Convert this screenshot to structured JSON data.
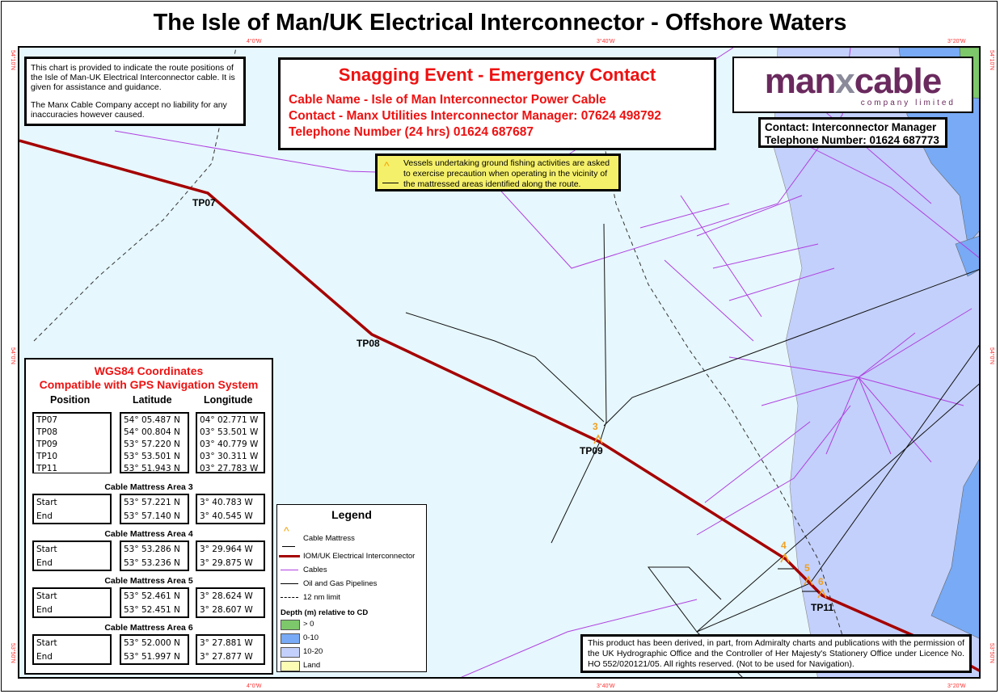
{
  "title": "The Isle of Man/UK Electrical Interconnector - Offshore Waters",
  "graticule": {
    "longitudes": [
      "4°0'W",
      "3°40'W",
      "3°20'W"
    ],
    "latitudes": [
      "54°10'N",
      "54°0'N",
      "53°50'N"
    ]
  },
  "disclaimer": {
    "para1": "This chart is provided to indicate the route positions of the Isle of Man-UK Electrical Interconnector cable. It is given for assistance and guidance.",
    "para2": "The Manx Cable Company accept no liability for any inaccuracies however caused."
  },
  "emergency": {
    "heading": "Snagging Event - Emergency Contact",
    "cable_name": "Cable Name - Isle of Man Interconnector Power Cable",
    "contact": "Contact - Manx Utilities Interconnector Manager: 07624 498792",
    "telephone": "Telephone Number (24 hrs) 01624 687687"
  },
  "warning": {
    "text": "Vessels undertaking ground fishing activities are asked to exercise precaution when operating in the vicinity of the mattressed areas identified along the route."
  },
  "logo": {
    "name_part1": "man",
    "name_part2": "x",
    "name_part3": "cable",
    "sub": "company limited"
  },
  "contact_box": {
    "line1": "Contact: Interconnector Manager",
    "line2": "Telephone Number: 01624 687773"
  },
  "coordinates": {
    "title1": "WGS84 Coordinates",
    "title2": "Compatible with GPS Navigation System",
    "headers": [
      "Position",
      "Latitude",
      "Longitude"
    ],
    "positions": [
      "TP07",
      "TP08",
      "TP09",
      "TP10",
      "TP11"
    ],
    "latitudes": [
      "54° 05.487 N",
      "54° 00.804 N",
      "53° 57.220 N",
      "53° 53.501 N",
      "53° 51.943 N"
    ],
    "longitudes": [
      "04° 02.771 W",
      "03° 53.501 W",
      "03° 40.779 W",
      "03° 30.311 W",
      "03° 27.783 W"
    ],
    "mattress_areas": [
      {
        "title": "Cable Mattress Area 3",
        "start_label": "Start",
        "end_label": "End",
        "start_lat": "53° 57.221 N",
        "end_lat": "53° 57.140 N",
        "start_lon": "3° 40.783 W",
        "end_lon": "3° 40.545 W"
      },
      {
        "title": "Cable Mattress Area 4",
        "start_label": "Start",
        "end_label": "End",
        "start_lat": "53° 53.286 N",
        "end_lat": "53° 53.236 N",
        "start_lon": "3° 29.964 W",
        "end_lon": "3° 29.875 W"
      },
      {
        "title": "Cable Mattress Area 5",
        "start_label": "Start",
        "end_label": "End",
        "start_lat": "53° 52.461 N",
        "end_lat": "53° 52.451 N",
        "start_lon": "3° 28.624 W",
        "end_lon": "3° 28.607 W"
      },
      {
        "title": "Cable Mattress Area 6",
        "start_label": "Start",
        "end_label": "End",
        "start_lat": "53° 52.000 N",
        "end_lat": "53° 51.997 N",
        "start_lon": "3° 27.881 W",
        "end_lon": "3° 27.877 W"
      }
    ]
  },
  "legend": {
    "title": "Legend",
    "items": [
      "Cable Mattress",
      "IOM/UK Electrical Interconnector",
      "Cables",
      "Oil and Gas Pipelines",
      "12 nm limit"
    ],
    "depth_title": "Depth (m) relative to CD",
    "depth_items": [
      {
        "label": "> 0",
        "color": "#7dc86a"
      },
      {
        "label": "0-10",
        "color": "#78aaf5"
      },
      {
        "label": "10-20",
        "color": "#c3d0fb"
      },
      {
        "label": "Land",
        "color": "#fdfcb4"
      }
    ]
  },
  "map_labels": {
    "turning_points": [
      "TP07",
      "TP08",
      "TP09",
      "TP11"
    ],
    "mattress_numbers": [
      "3",
      "4",
      "5",
      "6"
    ]
  },
  "colors": {
    "interconnector": "#a50000",
    "cables": "#b040e0",
    "sea": "#e6f7fd",
    "accent_red": "#ee1111"
  },
  "notice": {
    "text": "This product has been derived, in part, from Admiralty charts and publications with the permission of the UK Hydrographic Office and the Controller of Her Majesty's Stationery Office under Licence No. HO 552/020121/05.  All rights reserved. (Not to be used for Navigation)."
  }
}
